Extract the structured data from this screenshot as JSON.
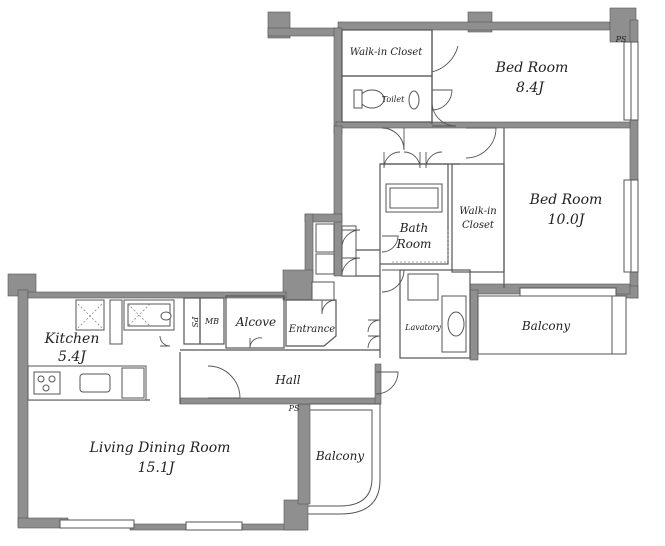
{
  "rooms": {
    "walk_in_closet_top": "Walk-in Closet",
    "bed_room_1": "Bed Room",
    "bed_room_1_size": "8.4J",
    "toilet": "Toilet",
    "bed_room_2": "Bed Room",
    "bed_room_2_size": "10.0J",
    "walk_in_closet_mid_1": "Walk-in",
    "walk_in_closet_mid_2": "Closet",
    "bath_room_1": "Bath",
    "bath_room_2": "Room",
    "kitchen": "Kitchen",
    "kitchen_size": "5.4J",
    "ps_kitchen": "PS",
    "mb": "MB",
    "alcove": "Alcove",
    "entrance": "Entrance",
    "lavatory": "Lavatory",
    "balcony_right": "Balcony",
    "hall": "Hall",
    "ps_hall": "PS",
    "living_dining": "Living Dining Room",
    "living_dining_size": "15.1J",
    "balcony_bottom": "Balcony",
    "ps_top_right": "PS"
  }
}
